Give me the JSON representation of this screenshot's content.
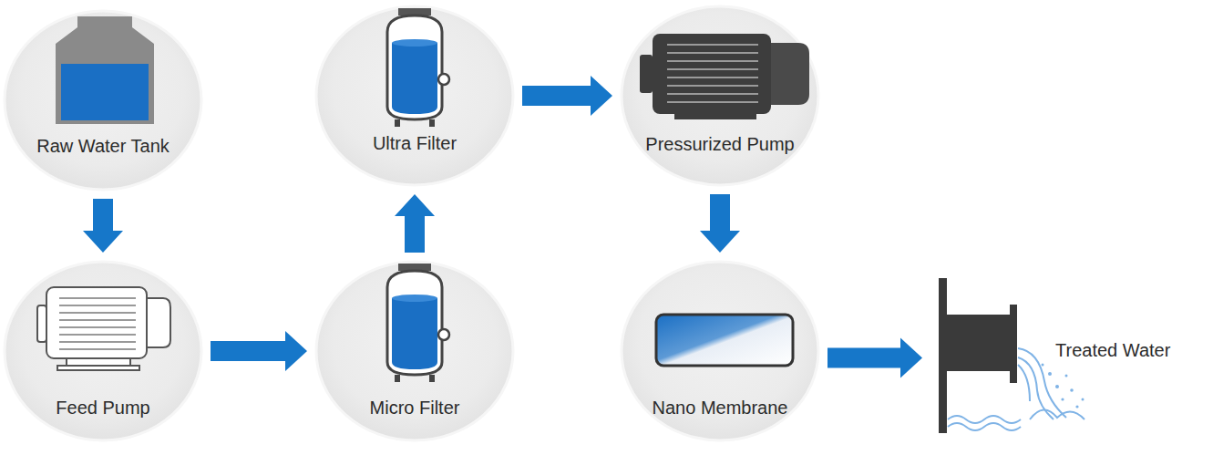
{
  "diagram": {
    "nodes": [
      {
        "text": [
          "Raw Water Tank"
        ]
      },
      {
        "text": [
          "Feed Pump"
        ]
      },
      {
        "text": [
          "Micro Filter"
        ]
      },
      {
        "text": [
          "Ultra Filter"
        ]
      },
      {
        "text": [
          "Pressurized Pump"
        ]
      },
      {
        "text": [
          "Nano Membrane"
        ]
      },
      {
        "text": [
          "Treated Water"
        ]
      }
    ],
    "edges": [
      {
        "from": 0,
        "to": 1,
        "arrow": "to"
      },
      {
        "from": 1,
        "to": 2,
        "arrow": "to"
      },
      {
        "from": 2,
        "to": 3,
        "arrow": "to"
      },
      {
        "from": 3,
        "to": 4,
        "arrow": "to"
      },
      {
        "from": 4,
        "to": 5,
        "arrow": "to"
      },
      {
        "from": 5,
        "to": 6,
        "arrow": "to"
      }
    ]
  }
}
